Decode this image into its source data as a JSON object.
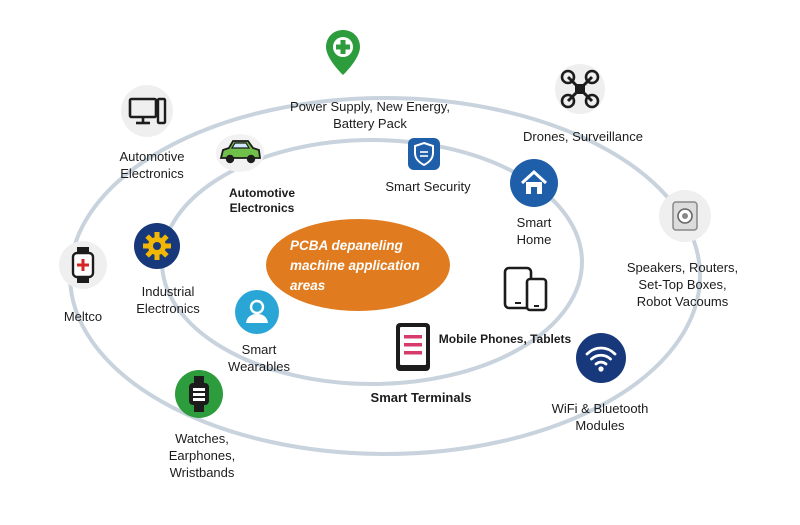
{
  "center": {
    "title": "PCBA depaneling\nmachine application\nareas"
  },
  "labels": {
    "power": "Power Supply, New Energy,\nBattery Pack",
    "drones": "Drones, Surveillance",
    "auto_outer": "Automotive\nElectronics",
    "auto_inner": "Automotive\nElectronics",
    "security": "Smart Security",
    "home": "Smart\nHome",
    "speakers": "Speakers, Routers,\nSet-Top Boxes,\nRobot Vacoums",
    "meltco": "Meltco",
    "industrial": "Industrial\nElectronics",
    "wearables": "Smart\nWearables",
    "phones": "Mobile Phones, Tablets",
    "terminals": "Smart Terminals",
    "wifi": "WiFi & Bluetooth\nModules",
    "watches": "Watches,\nEarphones,\nWristbands"
  },
  "icons": {
    "power": "location-pin-plus-icon",
    "drones": "drone-icon",
    "auto_outer": "desktop-computer-icon",
    "auto_inner": "car-icon",
    "security": "shield-icon",
    "home": "house-icon",
    "speakers": "speaker-icon",
    "meltco": "smartwatch-icon",
    "industrial": "gear-icon",
    "wearables": "user-icon",
    "phones": "phone-tablet-icon",
    "terminals": "tablet-list-icon",
    "wifi": "wifi-icon",
    "watches": "fitness-band-icon"
  },
  "colors": {
    "ring": "#c9d3dd",
    "center_fill": "#e07b1f",
    "green": "#2d9c3c",
    "blue": "#1f5ea8",
    "navy": "#17387a",
    "cyan": "#2aa6d6",
    "grey": "#efefef"
  }
}
